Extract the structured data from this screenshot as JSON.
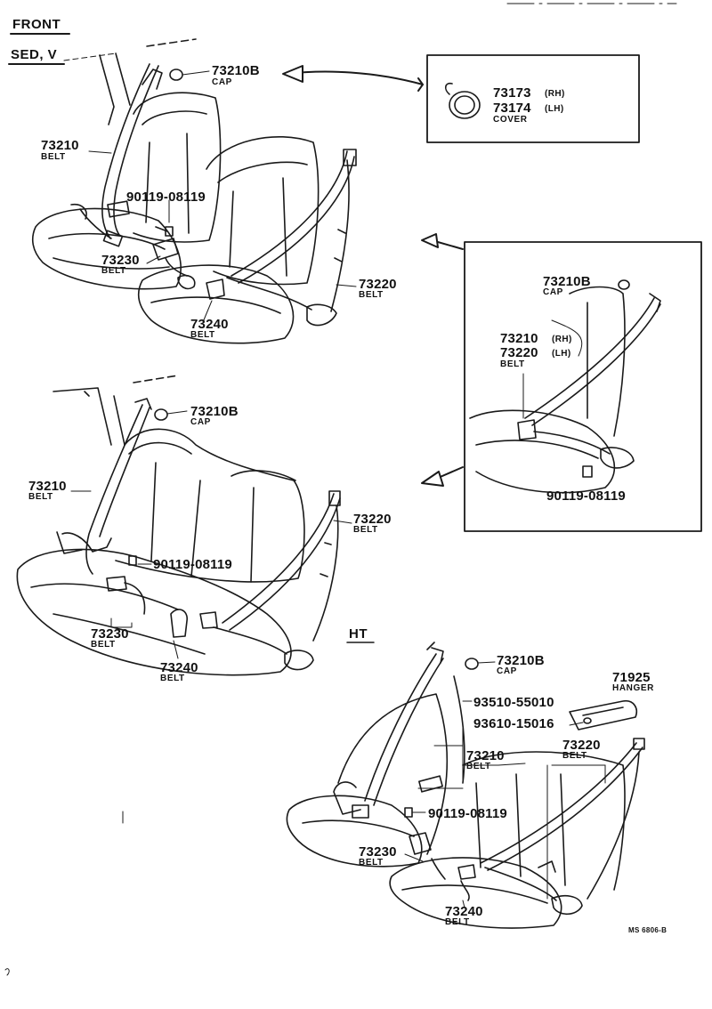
{
  "sections": {
    "front": "FRONT",
    "sed_v": "SED, V",
    "ht": "HT"
  },
  "labels": [
    {
      "id": "a",
      "part": "73210B",
      "name": "CAP"
    },
    {
      "id": "b",
      "part": "73173",
      "side": "(RH)"
    },
    {
      "id": "c",
      "part": "73174",
      "side": "(LH)",
      "name": "COVER"
    },
    {
      "id": "d",
      "part": "73210",
      "name": "BELT"
    },
    {
      "id": "e",
      "part": "90119-08119"
    },
    {
      "id": "f",
      "part": "73230",
      "name": "BELT"
    },
    {
      "id": "g",
      "part": "73220",
      "name": "BELT"
    },
    {
      "id": "h",
      "part": "73240",
      "name": "BELT"
    },
    {
      "id": "i",
      "part": "73210B",
      "name": "CAP"
    },
    {
      "id": "j",
      "part": "73210",
      "side": "(RH)"
    },
    {
      "id": "k",
      "part": "73220",
      "side": "(LH)",
      "name": "BELT"
    },
    {
      "id": "l",
      "part": "90119-08119"
    },
    {
      "id": "m",
      "part": "73210B",
      "name": "CAP"
    },
    {
      "id": "n",
      "part": "73210",
      "name": "BELT"
    },
    {
      "id": "o",
      "part": "73220",
      "name": "BELT"
    },
    {
      "id": "p",
      "part": "90119-08119"
    },
    {
      "id": "q",
      "part": "73230",
      "name": "BELT"
    },
    {
      "id": "r",
      "part": "73240",
      "name": "BELT"
    },
    {
      "id": "s",
      "part": "73210B",
      "name": "CAP"
    },
    {
      "id": "t",
      "part": "71925",
      "name": "HANGER"
    },
    {
      "id": "u",
      "part": "93510-55010"
    },
    {
      "id": "v",
      "part": "93610-15016"
    },
    {
      "id": "w",
      "part": "73220",
      "name": "BELT"
    },
    {
      "id": "x",
      "part": "73210",
      "name": "BELT"
    },
    {
      "id": "y",
      "part": "90119-08119"
    },
    {
      "id": "z",
      "part": "73230",
      "name": "BELT"
    },
    {
      "id": "aa",
      "part": "73240",
      "name": "BELT"
    }
  ],
  "drawing_ref": "MS 6806-B"
}
